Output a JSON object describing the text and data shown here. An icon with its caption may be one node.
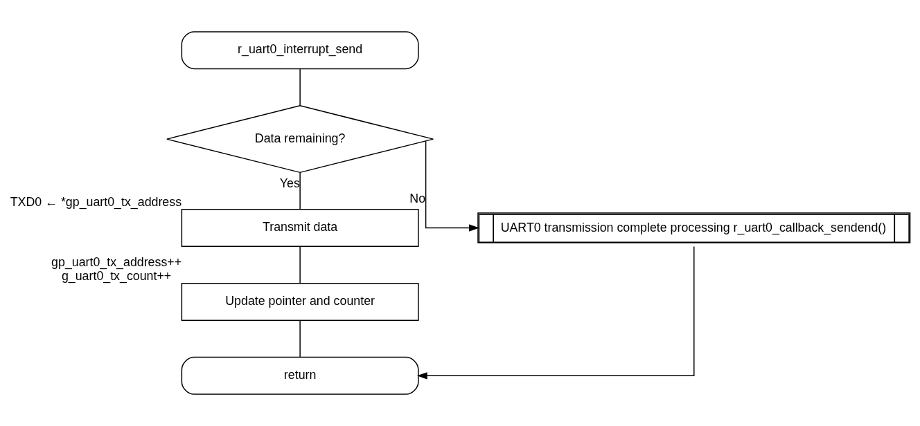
{
  "diagram": {
    "nodes": [
      {
        "text": [
          "r_uart0_interrupt_send"
        ]
      },
      {
        "text": [
          "Data remaining?"
        ]
      },
      {
        "text": [
          "Transmit data"
        ],
        "beside": [
          "TXD0 ← *gp_uart0_tx_address"
        ]
      },
      {
        "text": [
          "Update pointer and counter"
        ],
        "beside": [
          "gp_uart0_tx_address++",
          "g_uart0_tx_count++"
        ]
      },
      {
        "text": [
          "UART0 transmission complete processing r_uart0_callback_sendend()"
        ]
      },
      {
        "text": [
          "return"
        ]
      }
    ],
    "edges": [
      {
        "from": 0,
        "to": 1,
        "arrow": "none"
      },
      {
        "from": 1,
        "to": 2,
        "arrow": "none",
        "label": "Yes"
      },
      {
        "from": 1,
        "to": 4,
        "arrow": "to",
        "label": "No"
      },
      {
        "from": 2,
        "to": 3,
        "arrow": "none"
      },
      {
        "from": 3,
        "to": 5,
        "arrow": "none"
      },
      {
        "from": 4,
        "to": 5,
        "arrow": "to"
      }
    ]
  }
}
